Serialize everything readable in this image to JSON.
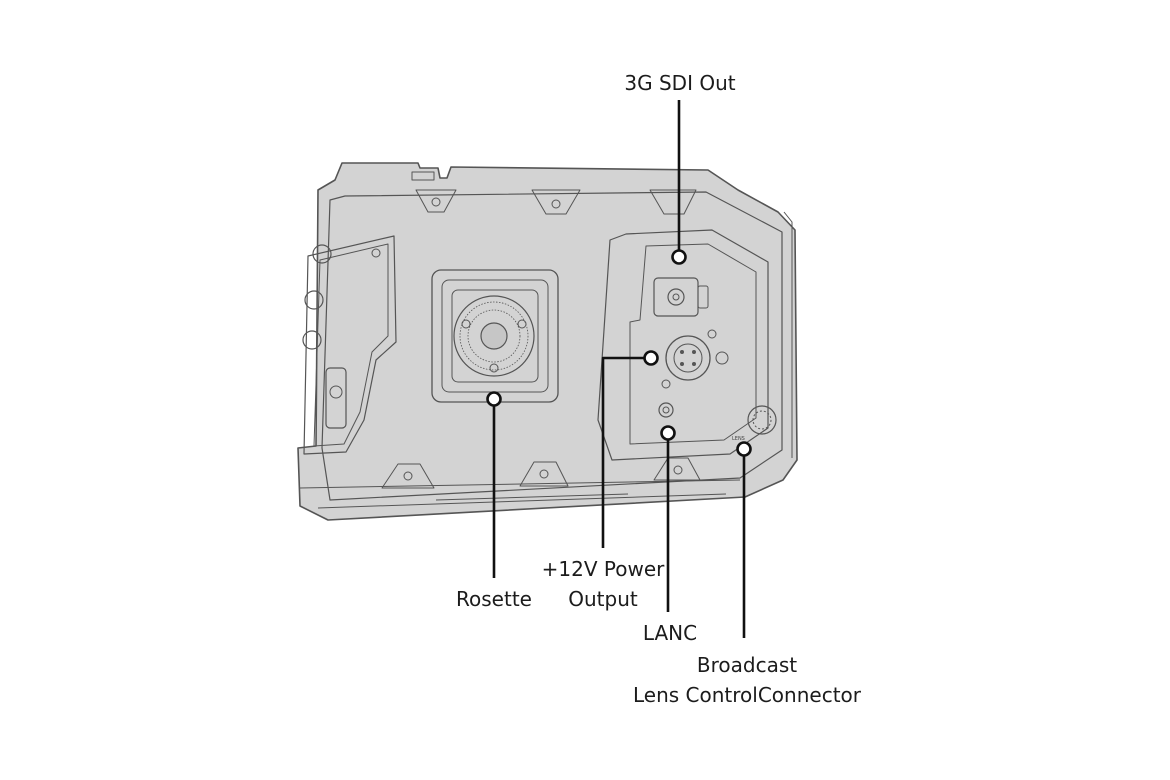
{
  "diagram": {
    "colors": {
      "body_fill": "#d3d3d3",
      "body_stroke": "#555555",
      "leader_line": "#111111",
      "label_text": "#1c1c1c",
      "background": "#ffffff"
    },
    "callouts": {
      "sdi": {
        "lines": [
          "3G SDI Out"
        ]
      },
      "power": {
        "lines": [
          "+12V Power",
          "Output"
        ]
      },
      "rosette": {
        "lines": [
          "Rosette"
        ]
      },
      "lanc": {
        "lines": [
          "LANC"
        ]
      },
      "lens": {
        "lines": [
          "Broadcast",
          "Lens ControlConnector"
        ]
      }
    },
    "panel_marking": "LENS"
  }
}
